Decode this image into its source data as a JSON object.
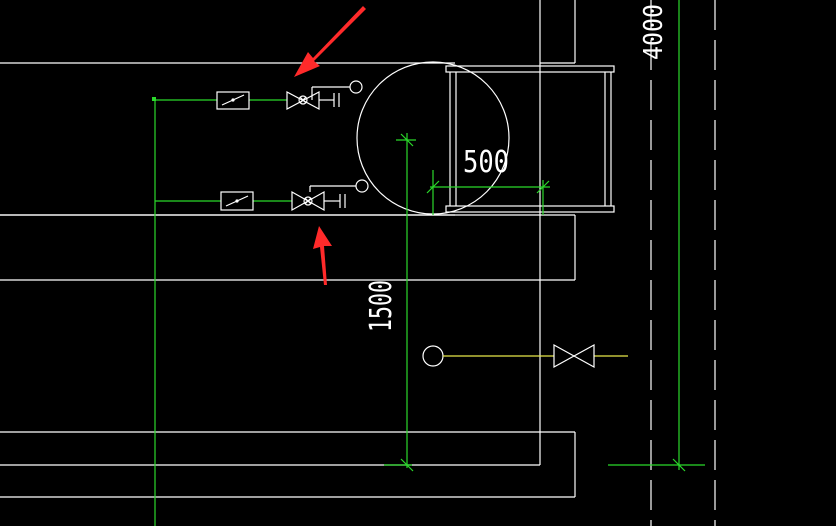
{
  "drawing": {
    "background": "#000000",
    "colors": {
      "wall": "#ffffff",
      "pipe": "#2bd92b",
      "gas_line": "#e8e84a",
      "annotation_arrow": "#ff2a2a"
    },
    "dimensions": {
      "dim_500": "500",
      "dim_1500": "1500",
      "dim_4000": "4000"
    },
    "symbols": {
      "upper_valve": "gate-valve",
      "lower_valve": "gate-valve",
      "gas_valve": "gate-valve",
      "upper_meter": "flow-meter",
      "lower_meter": "flow-meter",
      "round_column": "circle",
      "gas_outlet": "circle"
    },
    "annotations": {
      "upper_arrow": "arrow-pointing-to-valve",
      "lower_arrow": "arrow-pointing-to-valve"
    }
  }
}
